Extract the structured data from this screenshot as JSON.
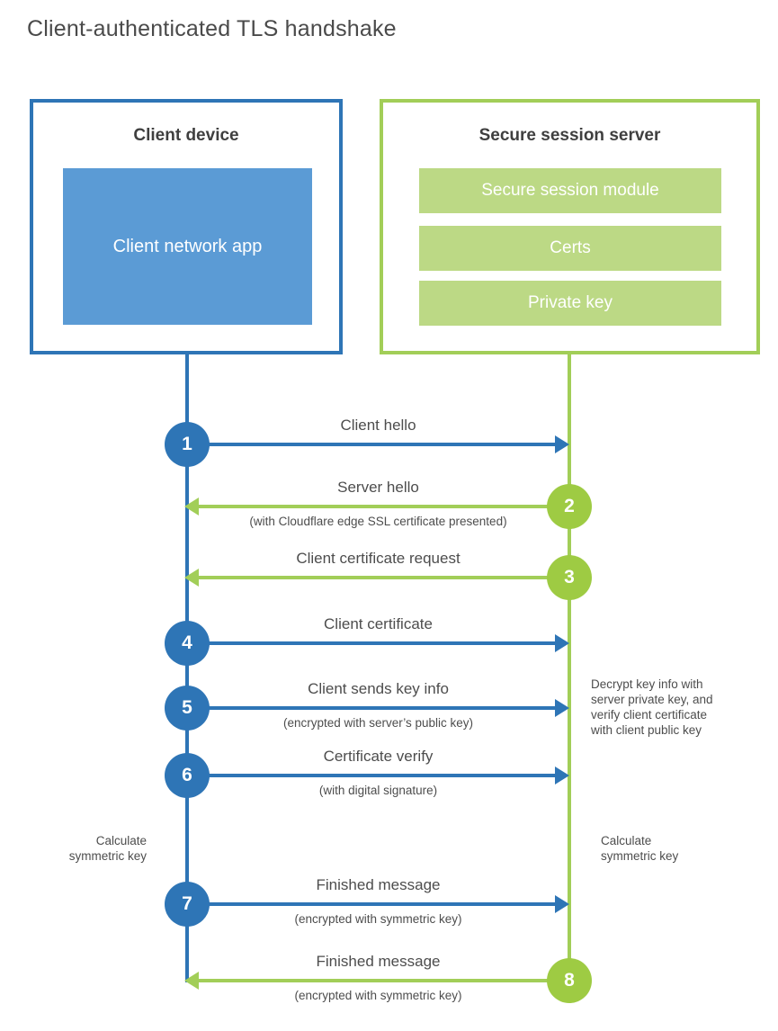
{
  "title": "Client-authenticated TLS handshake",
  "colors": {
    "client_blue": "#2e75b6",
    "client_blue_fill": "#5b9bd5",
    "server_green": "#9ecb43",
    "server_green_border": "#a2ce58",
    "server_green_fill": "#bcd985",
    "text_gray": "#4d4d4d"
  },
  "client_box": {
    "title": "Client device",
    "app_label": "Client network app"
  },
  "server_box": {
    "title": "Secure session server",
    "modules": [
      {
        "label": "Secure session module"
      },
      {
        "label": "Certs"
      },
      {
        "label": "Private key"
      }
    ]
  },
  "steps": [
    {
      "num": "1",
      "from": "client",
      "direction": "right",
      "label": "Client hello",
      "sublabel": ""
    },
    {
      "num": "2",
      "from": "server",
      "direction": "left",
      "label": "Server hello",
      "sublabel": "(with Cloudflare edge SSL certificate presented)"
    },
    {
      "num": "3",
      "from": "server",
      "direction": "left",
      "label": "Client certificate request",
      "sublabel": ""
    },
    {
      "num": "4",
      "from": "client",
      "direction": "right",
      "label": "Client certificate",
      "sublabel": ""
    },
    {
      "num": "5",
      "from": "client",
      "direction": "right",
      "label": "Client sends key info",
      "sublabel": "(encrypted with server’s public key)"
    },
    {
      "num": "6",
      "from": "client",
      "direction": "right",
      "label": "Certificate verify",
      "sublabel": "(with digital signature)"
    },
    {
      "num": "7",
      "from": "client",
      "direction": "right",
      "label": "Finished message",
      "sublabel": "(encrypted with symmetric key)"
    },
    {
      "num": "8",
      "from": "server",
      "direction": "left",
      "label": "Finished message",
      "sublabel": "(encrypted with symmetric key)"
    }
  ],
  "annotations": {
    "decrypt_note": "Decrypt key info with\nserver private key, and\nverify client certificate\nwith client public key",
    "calc_symmetric_left": "Calculate\nsymmetric key",
    "calc_symmetric_right": "Calculate\nsymmetric key"
  }
}
